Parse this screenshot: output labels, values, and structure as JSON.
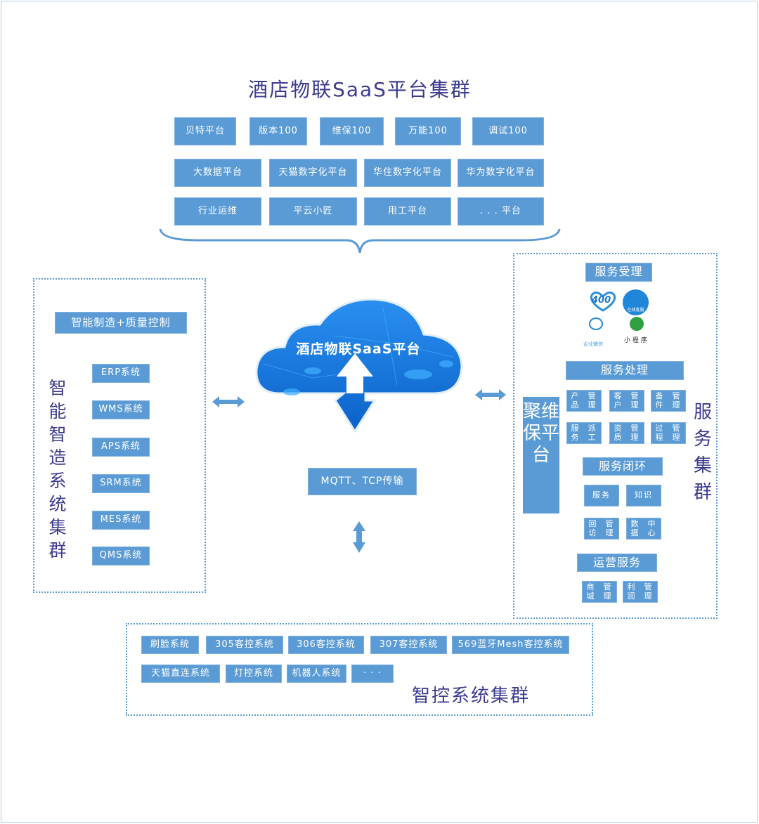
{
  "title": "酒店物联SaaS平台集群",
  "platforms": [
    [
      "贝特平台",
      "版本100",
      "维保100",
      "万能100",
      "调试100"
    ],
    [
      "大数据平台",
      "天猫数字化平台",
      "华住数字化平台",
      "华为数字化平台"
    ],
    [
      "行业运维",
      "平云小匠",
      "用工平台",
      ". . . 平台"
    ]
  ],
  "left": {
    "header": "智能制造+质量控制",
    "cluster": "智能智造系统集群",
    "systems": [
      "ERP系统",
      "WMS系统",
      "APS系统",
      "SRM系统",
      "MES系统",
      "QMS系统"
    ]
  },
  "cloud": {
    "label": "酒店物联SaaS平台"
  },
  "transport": "MQTT、TCP传输",
  "right": {
    "cluster": "服务集群",
    "platform": "聚维保平台",
    "accept": "服务受理",
    "channels": {
      "hotline": "400",
      "online": "在线客服",
      "wecom": "企业微信",
      "miniapp": "小 程 序"
    },
    "process": "服务处理",
    "process_items": [
      [
        "产品",
        "管理"
      ],
      [
        "客户",
        "管理"
      ],
      [
        "备件",
        "管理"
      ],
      [
        "服务",
        "派工"
      ],
      [
        "资质",
        "管理"
      ],
      [
        "过程",
        "管理"
      ]
    ],
    "closed": "服务闭环",
    "closed_items": [
      [
        "服务",
        ""
      ],
      [
        "知识",
        ""
      ],
      [
        "回访",
        "管理"
      ],
      [
        "数据",
        "中心"
      ]
    ],
    "ops": "运营服务",
    "ops_items": [
      [
        "商城",
        "管理"
      ],
      [
        "利润",
        "管理"
      ]
    ]
  },
  "bottom": {
    "cluster": "智控系统集群",
    "row1": [
      "刷脸系统",
      "305客控系统",
      "306客控系统",
      "307客控系统",
      "569蓝牙Mesh客控系统"
    ],
    "row2": [
      "天猫直连系统",
      "灯控系统",
      "机器人系统",
      "· · ·"
    ]
  },
  "colors": {
    "box": "#5b9bd5",
    "title": "#3b3b8f",
    "border": "#5b9bd5"
  }
}
